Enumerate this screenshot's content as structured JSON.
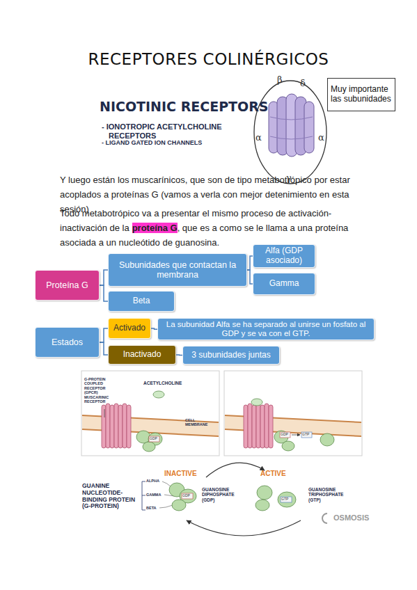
{
  "diagram": {
    "title": "RECEPTORES COLINÉRGICOS",
    "nodes": [
      {
        "text": [
          "Muy importante las subunidades"
        ]
      },
      {
        "text": [
          "Proteína G"
        ]
      },
      {
        "text": [
          "Subunidades que contactan la membrana"
        ]
      },
      {
        "text": [
          "Alfa (GDP asociado)"
        ]
      },
      {
        "text": [
          "Gamma"
        ]
      },
      {
        "text": [
          "Beta"
        ]
      },
      {
        "text": [
          "Estados"
        ]
      },
      {
        "text": [
          "Activado"
        ]
      },
      {
        "text": [
          "La subunidad Alfa se ha separado al unirse un fosfato al GDP y se va con el GTP."
        ]
      },
      {
        "text": [
          "Inactivado"
        ]
      },
      {
        "text": [
          "3 subunidades juntas"
        ]
      }
    ],
    "edges": [
      {
        "from": 1,
        "to": 2,
        "arrow": "none"
      },
      {
        "from": 2,
        "to": 3,
        "arrow": "none"
      },
      {
        "from": 2,
        "to": 4,
        "arrow": "none"
      },
      {
        "from": 1,
        "to": 5,
        "arrow": "none"
      },
      {
        "from": 6,
        "to": 7,
        "arrow": "none"
      },
      {
        "from": 7,
        "to": 8,
        "arrow": "none"
      },
      {
        "from": 6,
        "to": 9,
        "arrow": "none"
      },
      {
        "from": 9,
        "to": 10,
        "arrow": "none"
      }
    ],
    "labels": [
      "NICOTINIC RECEPTORS",
      "- IONOTROPIC ACETYLCHOLINE RECEPTORS",
      "- LIGAND GATED ION CHANNELS",
      "β",
      "δ",
      "α",
      "α",
      "γ",
      "Y luego están los muscarínicos, que son de tipo metabotrópico por estar acoplados a proteínas G (vamos a verla con mejor detenimiento en esta sesión)",
      "Todo metabotrópico va a presentar el mismo proceso de activación-inactivación de la",
      "proteína G",
      ", que es a como se le llama a una proteína asociada a un nucleótido de guanosina.",
      "G-PROTEIN COUPLED RECEPTOR (GPCR)",
      "MUSCARINIC RECEPTOR",
      "ACETYLCHOLINE",
      "CELL MEMBRANE",
      "GDP",
      "GDP",
      "GTP",
      "GUANINE NUCLEOTIDE-BINDING PROTEIN (G-PROTEIN)",
      "ALPHA",
      "GAMMA",
      "BETA",
      "INACTIVE",
      "GDP",
      "GUANOSINE DIPHOSPHATE (GDP)",
      "ACTIVE",
      "GTP",
      "GUANOSINE TRIPHOSPHATE (GTP)",
      "OSMOSIS"
    ]
  }
}
